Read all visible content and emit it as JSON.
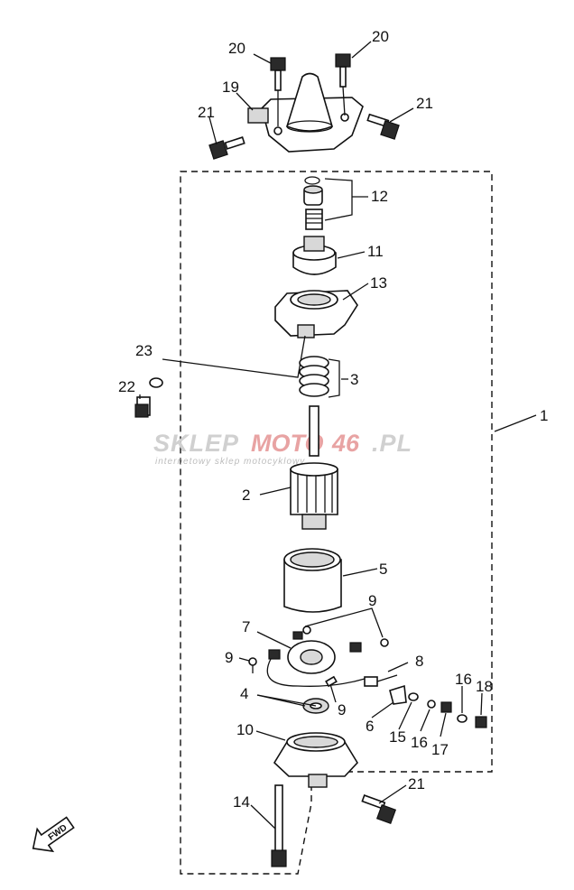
{
  "callouts": {
    "c20a": "20",
    "c20b": "20",
    "c19": "19",
    "c21a": "21",
    "c21b": "21",
    "c12": "12",
    "c11": "11",
    "c13": "13",
    "c23": "23",
    "c22": "22",
    "c3": "3",
    "c1": "1",
    "c2": "2",
    "c5": "5",
    "c9a": "9",
    "c7": "7",
    "c9b": "9",
    "c8": "8",
    "c4": "4",
    "c9c": "9",
    "c16a": "16",
    "c18": "18",
    "c6": "6",
    "c15": "15",
    "c16b": "16",
    "c17": "17",
    "c10": "10",
    "c21c": "21",
    "c14": "14"
  },
  "watermark": {
    "sklep": "SKLEP",
    "moto": "MOTO",
    "num": "46",
    "domain": ".PL",
    "tagline": "internetowy sklep motocyklowy"
  },
  "fwd_label": "FWD"
}
